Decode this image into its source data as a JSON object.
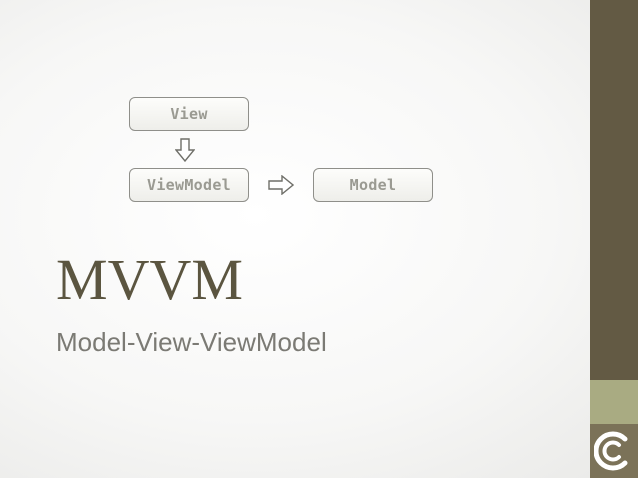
{
  "diagram": {
    "nodes": {
      "view": "View",
      "viewmodel": "ViewModel",
      "model": "Model"
    },
    "edges": [
      {
        "from": "View",
        "to": "ViewModel",
        "direction": "down"
      },
      {
        "from": "ViewModel",
        "to": "Model",
        "direction": "right"
      }
    ]
  },
  "slide": {
    "title": "MVVM",
    "subtitle": "Model-View-ViewModel"
  },
  "colors": {
    "title": "#5b5540",
    "subtitle": "#7b7a74",
    "box_border": "#8f8f8a",
    "box_text": "#9a9a92",
    "side_dark": "#635a44",
    "side_light": "#a9ab82",
    "side_bottom": "#7b7258"
  },
  "icons": {
    "down_arrow": "outline-down-arrow-icon",
    "right_arrow": "outline-right-arrow-icon",
    "logo": "c-logo-icon"
  }
}
